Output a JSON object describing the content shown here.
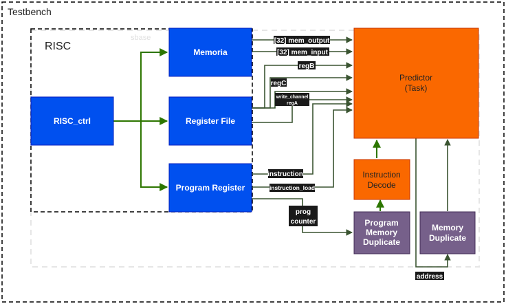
{
  "frame": {
    "testbench_label": "Testbench",
    "risc_label": "RISC",
    "ghost_label": "sbase"
  },
  "blocks": {
    "risc_ctrl": "RISC_ctrl",
    "memoria": "Memoria",
    "register_file": "Register File",
    "program_register": "Program Register",
    "predictor_line1": "Predictor",
    "predictor_line2": "(Task)",
    "instruction_decode_line1": "Instruction",
    "instruction_decode_line2": "Decode",
    "program_memory_line1": "Program",
    "program_memory_line2": "Memory",
    "program_memory_line3": "Duplicate",
    "memory_duplicate_line1": "Memory",
    "memory_duplicate_line2": "Duplicate"
  },
  "signals": {
    "mem_output": "[32] mem_output",
    "mem_input": "[32] mem_input",
    "regB": "regB",
    "regC": "regC",
    "write_channel": "write_channel",
    "regA": "regA",
    "instruction": "instruction",
    "instruction_load": "instruction_load",
    "prog": "prog",
    "counter": "counter",
    "address": "address"
  },
  "colors": {
    "blue_block": "#0050ef",
    "orange_block": "#fa6800",
    "purple_block": "#76608a",
    "arrow_green": "#2d7600",
    "arrow_darkgreen": "#3a5431",
    "tag_bg": "#1a1a1a"
  }
}
